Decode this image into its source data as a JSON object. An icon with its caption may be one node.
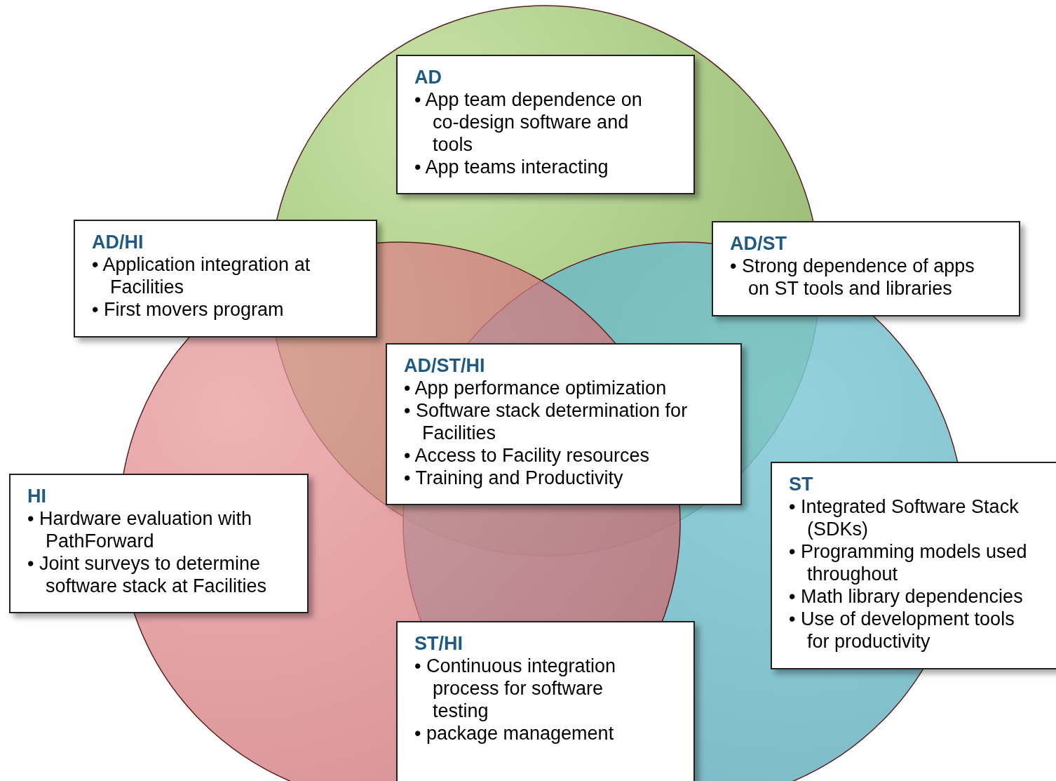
{
  "diagram": {
    "nodes": [
      {
        "text": [
          "AD",
          "• App team dependence on co-design software and tools",
          "• App teams interacting"
        ]
      },
      {
        "text": [
          "AD/HI",
          "• Application integration at Facilities",
          "• First movers program"
        ]
      },
      {
        "text": [
          "AD/ST",
          "• Strong dependence of apps on ST tools and libraries"
        ]
      },
      {
        "text": [
          "AD/ST/HI",
          "• App performance optimization",
          "• Software stack determination for Facilities",
          "• Access to Facility resources",
          "• Training and Productivity"
        ]
      },
      {
        "text": [
          "HI",
          "• Hardware evaluation with PathForward",
          "• Joint surveys to determine software stack at Facilities"
        ]
      },
      {
        "text": [
          "ST",
          "• Integrated Software Stack (SDKs)",
          "• Programming models used throughout",
          "• Math library dependencies",
          "• Use of development tools for productivity"
        ]
      },
      {
        "text": [
          "ST/HI",
          "• Continuous integration process for software testing",
          "• package management"
        ]
      }
    ]
  }
}
